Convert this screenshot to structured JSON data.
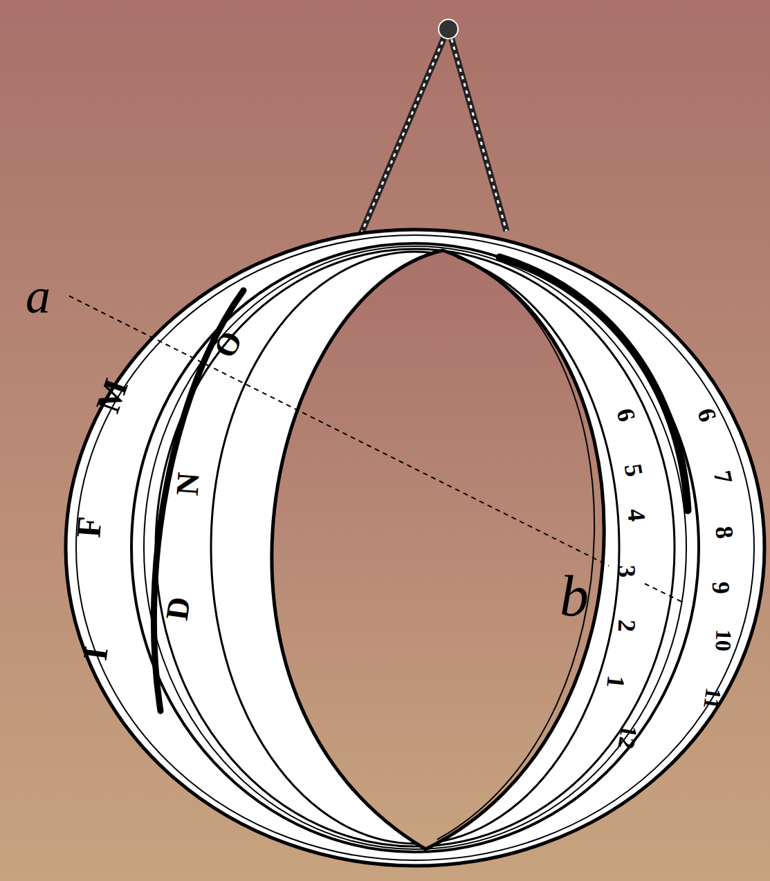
{
  "diagram": {
    "labels": [
      "a",
      "I",
      "F",
      "M",
      "D",
      "N",
      "O",
      "b",
      "6",
      "5",
      "4",
      "3",
      "2",
      "1",
      "12",
      "6",
      "7",
      "8",
      "9",
      "10",
      "11"
    ]
  }
}
